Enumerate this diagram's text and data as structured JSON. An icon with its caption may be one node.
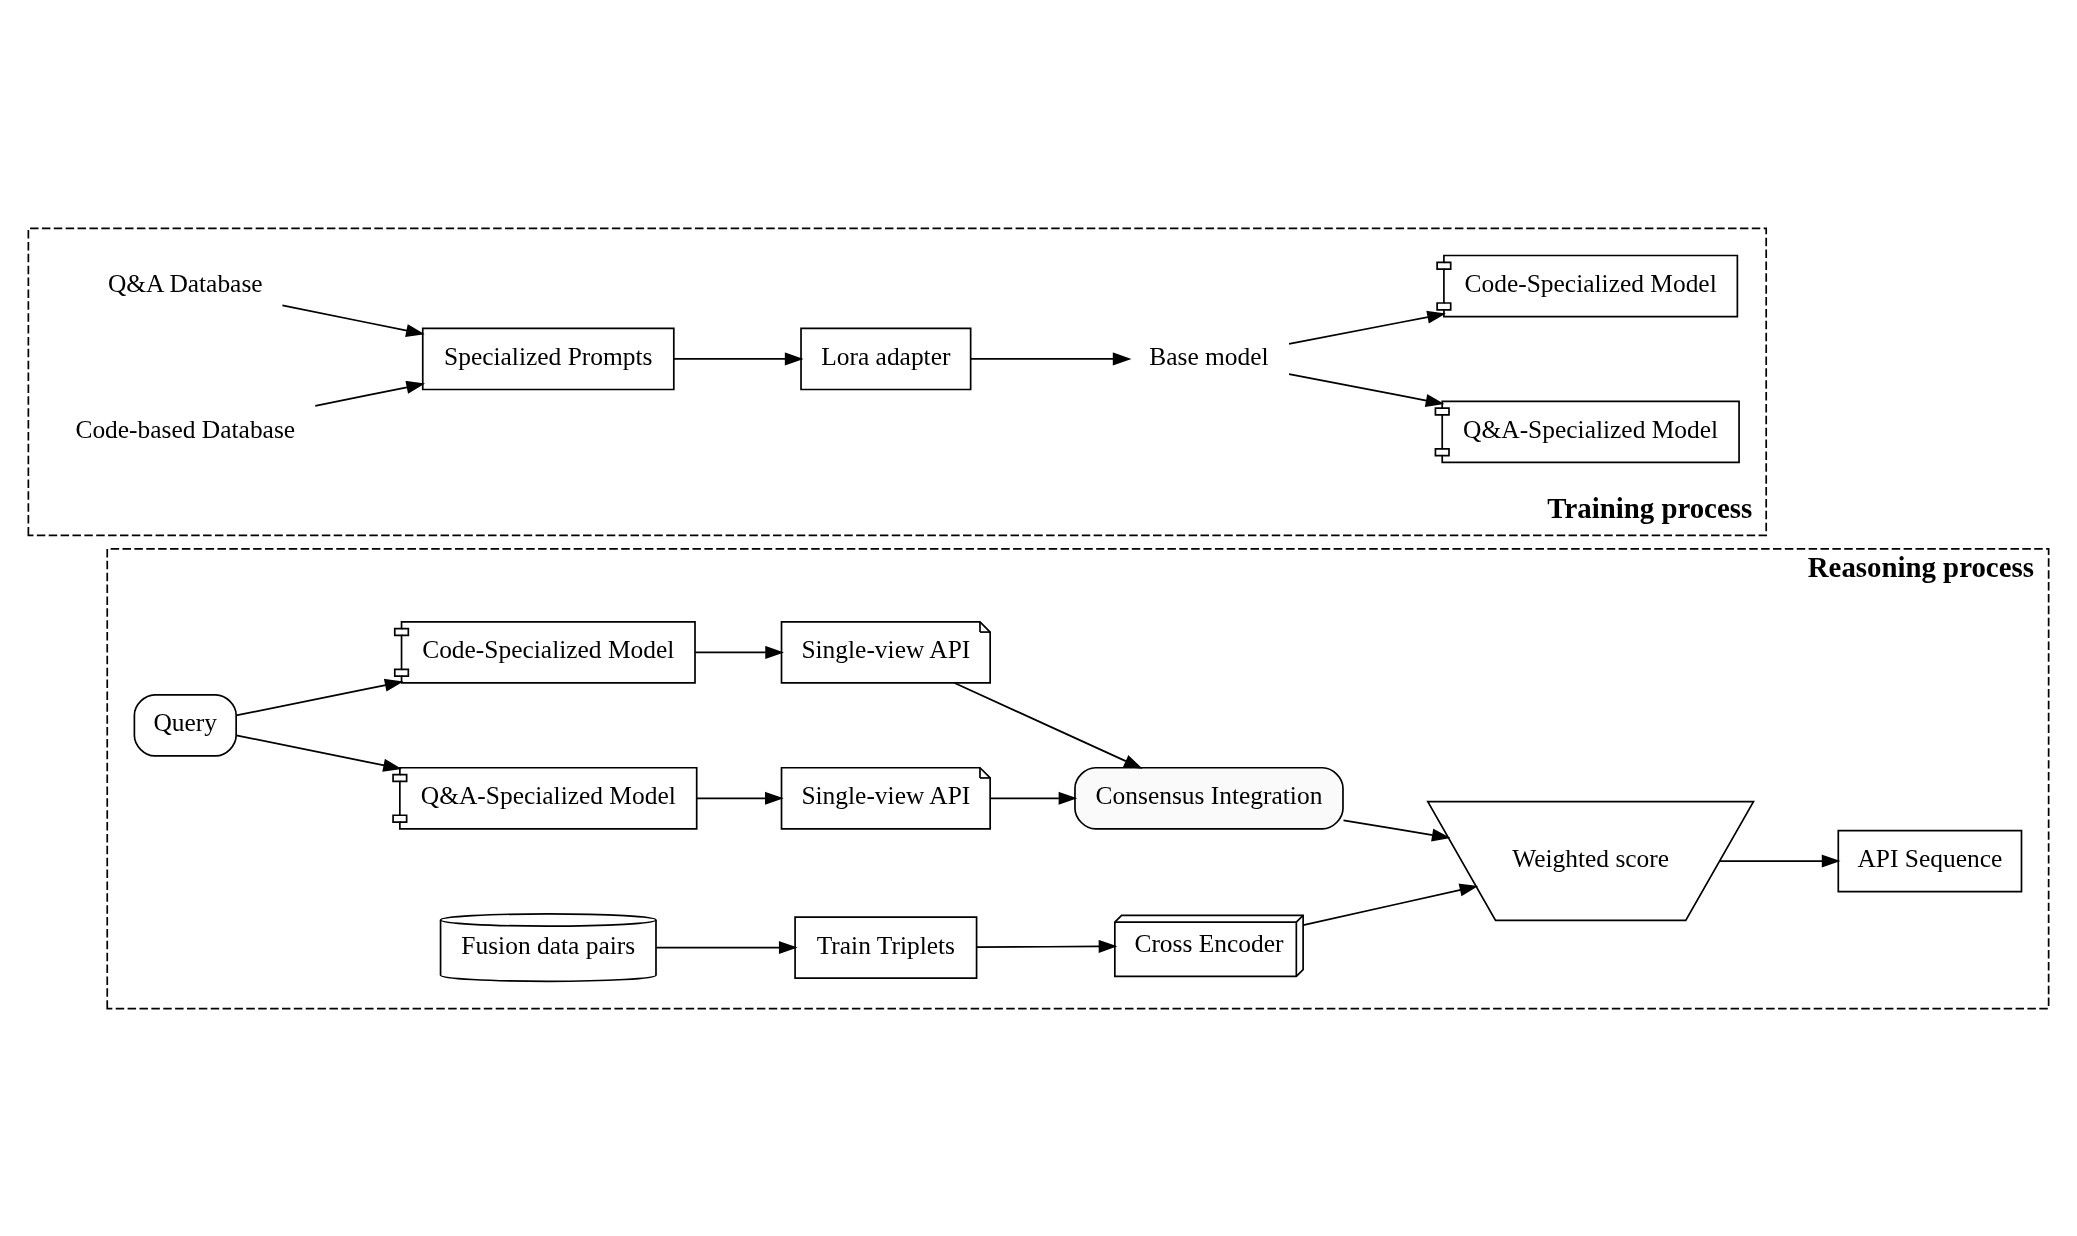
{
  "diagram": {
    "nodes": [
      {
        "text": [
          "Training process"
        ]
      },
      {
        "text": [
          "Q&A Database"
        ],
        "in": 0
      },
      {
        "text": [
          "Code-based Database"
        ],
        "in": 0
      },
      {
        "text": [
          "Specialized Prompts"
        ],
        "in": 0
      },
      {
        "text": [
          "Lora adapter"
        ],
        "in": 0
      },
      {
        "text": [
          "Base model"
        ],
        "in": 0
      },
      {
        "text": [
          "Code-Specialized Model"
        ],
        "in": 0
      },
      {
        "text": [
          "Q&A-Specialized Model"
        ],
        "in": 0
      },
      {
        "text": [
          "Reasoning process"
        ]
      },
      {
        "text": [
          "Query"
        ],
        "in": 8
      },
      {
        "text": [
          "Code-Specialized Model"
        ],
        "in": 8
      },
      {
        "text": [
          "Q&A-Specialized Model"
        ],
        "in": 8
      },
      {
        "text": [
          "Single-view API"
        ],
        "in": 8
      },
      {
        "text": [
          "Single-view API"
        ],
        "in": 8
      },
      {
        "text": [
          "Consensus Integration"
        ],
        "in": 8
      },
      {
        "text": [
          "Fusion data pairs"
        ],
        "in": 8
      },
      {
        "text": [
          "Train Triplets"
        ],
        "in": 8
      },
      {
        "text": [
          "Cross Encoder"
        ],
        "in": 8
      },
      {
        "text": [
          "Weighted score"
        ],
        "in": 8
      },
      {
        "text": [
          "API Sequence"
        ],
        "in": 8
      }
    ],
    "edges": [
      {
        "from": 1,
        "to": 3,
        "arrow": "to"
      },
      {
        "from": 2,
        "to": 3,
        "arrow": "to"
      },
      {
        "from": 3,
        "to": 4,
        "arrow": "to"
      },
      {
        "from": 4,
        "to": 5,
        "arrow": "to"
      },
      {
        "from": 5,
        "to": 7,
        "arrow": "to"
      },
      {
        "from": 5,
        "to": 6,
        "arrow": "to"
      },
      {
        "from": 9,
        "to": 11,
        "arrow": "to"
      },
      {
        "from": 9,
        "to": 10,
        "arrow": "to"
      },
      {
        "from": 10,
        "to": 12,
        "arrow": "to"
      },
      {
        "from": 11,
        "to": 13,
        "arrow": "to"
      },
      {
        "from": 12,
        "to": 14,
        "arrow": "to"
      },
      {
        "from": 13,
        "to": 14,
        "arrow": "to"
      },
      {
        "from": 14,
        "to": 18,
        "arrow": "to"
      },
      {
        "from": 15,
        "to": 16,
        "arrow": "to"
      },
      {
        "from": 16,
        "to": 17,
        "arrow": "to"
      },
      {
        "from": 17,
        "to": 18,
        "arrow": "to"
      },
      {
        "from": 18,
        "to": 19,
        "arrow": "to"
      }
    ]
  }
}
